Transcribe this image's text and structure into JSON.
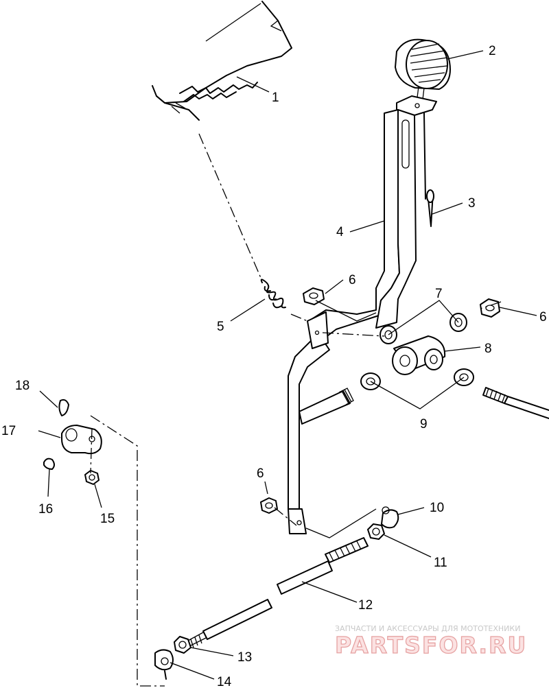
{
  "callouts": {
    "c1": "1",
    "c2": "2",
    "c3": "3",
    "c4": "4",
    "c5": "5",
    "c6a": "6",
    "c6b": "6",
    "c6c": "6",
    "c7": "7",
    "c8": "8",
    "c9": "9",
    "c10": "10",
    "c11": "11",
    "c12": "12",
    "c13": "13",
    "c14": "14",
    "c15": "15",
    "c16": "16",
    "c17": "17",
    "c18": "18"
  },
  "watermark": {
    "caption": "ЗАПЧАСТИ И АКСЕССУАРЫ ДЛЯ МОТОТЕХНИКИ",
    "logo": "PARTSFOR.RU"
  }
}
